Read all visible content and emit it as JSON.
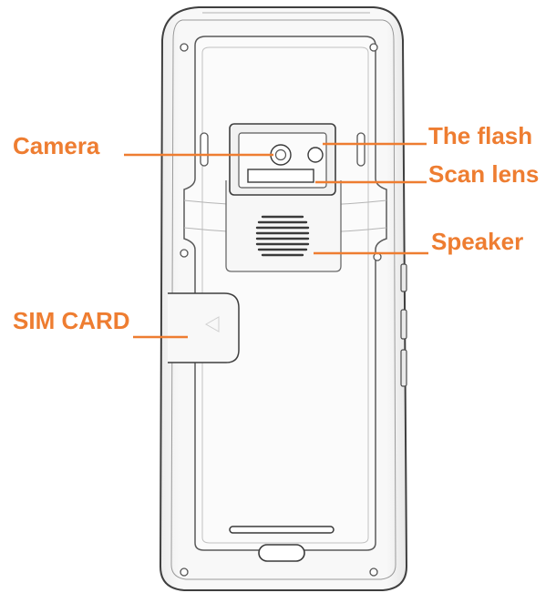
{
  "colors": {
    "accent": "#EE7D31",
    "outline": "#4A4A4A",
    "body_fill": "#F4F4F4",
    "panel_fill": "#FAFAFA"
  },
  "callouts": {
    "camera": "Camera",
    "flash": "The flash",
    "scan_lens": "Scan lens",
    "speaker": "Speaker",
    "sim_card": "SIM CARD"
  }
}
